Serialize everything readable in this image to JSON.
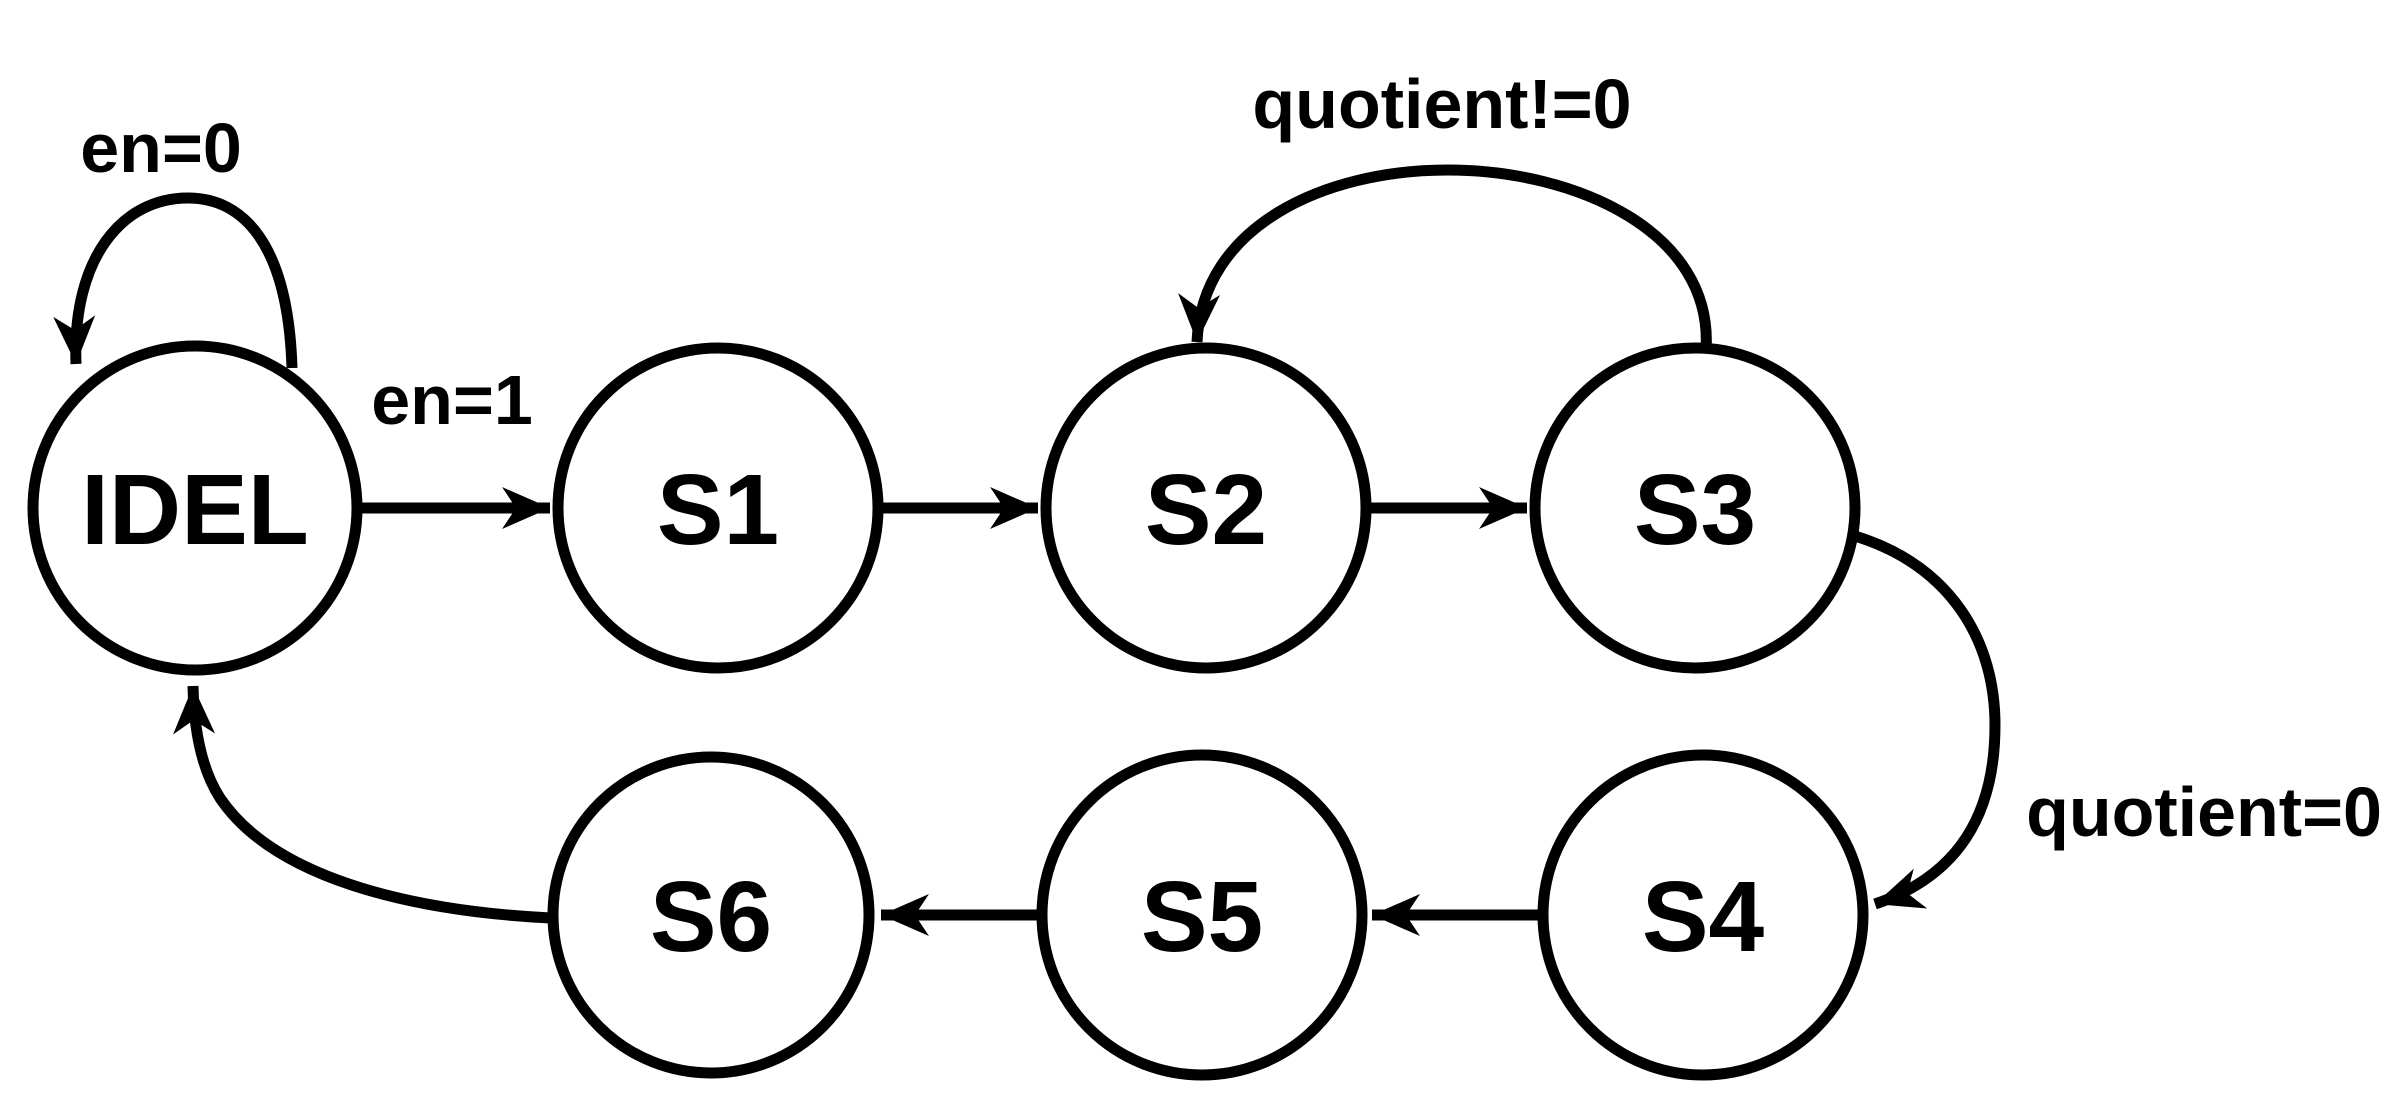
{
  "diagram": {
    "type": "finite-state-machine",
    "background_color": "#ffffff",
    "stroke_color": "#000000",
    "states": [
      {
        "id": "IDEL",
        "label": "IDEL",
        "row": "top"
      },
      {
        "id": "S1",
        "label": "S1",
        "row": "top"
      },
      {
        "id": "S2",
        "label": "S2",
        "row": "top"
      },
      {
        "id": "S3",
        "label": "S3",
        "row": "top"
      },
      {
        "id": "S4",
        "label": "S4",
        "row": "bottom"
      },
      {
        "id": "S5",
        "label": "S5",
        "row": "bottom"
      },
      {
        "id": "S6",
        "label": "S6",
        "row": "bottom"
      }
    ],
    "transitions": [
      {
        "from": "IDEL",
        "to": "IDEL",
        "label": "en=0"
      },
      {
        "from": "IDEL",
        "to": "S1",
        "label": "en=1"
      },
      {
        "from": "S1",
        "to": "S2",
        "label": ""
      },
      {
        "from": "S2",
        "to": "S3",
        "label": ""
      },
      {
        "from": "S3",
        "to": "S2",
        "label": "quotient!=0"
      },
      {
        "from": "S3",
        "to": "S4",
        "label": "quotient=0"
      },
      {
        "from": "S4",
        "to": "S5",
        "label": ""
      },
      {
        "from": "S5",
        "to": "S6",
        "label": ""
      },
      {
        "from": "S6",
        "to": "IDEL",
        "label": ""
      }
    ]
  }
}
